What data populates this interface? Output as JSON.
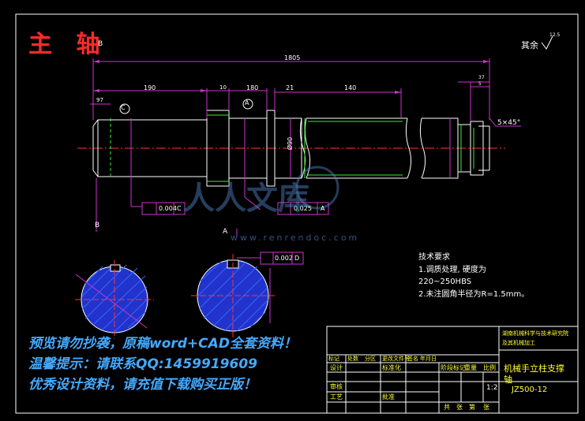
{
  "drawing": {
    "title": "主 轴",
    "rough_note": "其余",
    "rough_value": "12.5",
    "section_label_b": "B",
    "section_label_a": "A"
  },
  "dimensions": {
    "overall": "1805",
    "seg_190": "190",
    "seg_10": "10",
    "seg_180": "180",
    "seg_21": "21",
    "seg_140": "140",
    "seg_97": "97",
    "seg_5": "5",
    "seg_37": "37",
    "chamfer": "5×45°",
    "dia_90": "Ø90"
  },
  "tolerances": [
    {
      "value": "0.004",
      "datum": "C"
    },
    {
      "value": "0.025",
      "datum": "A"
    },
    {
      "value": "0.002",
      "datum": "D"
    }
  ],
  "datums": [
    "C",
    "A"
  ],
  "tech_requirements": {
    "heading": "技术要求",
    "items": [
      "1.调质处理, 硬度为",
      "220~250HBS",
      "2.未注圆角半径为R=1.5mm。"
    ]
  },
  "watermark": {
    "lines": [
      "预览请勿抄袭，原稿word+CAD全套资料！",
      "温馨提示：请联系QQ:1459919609",
      "优秀设计资料，请充值下载购买正版！"
    ],
    "brand": "人人文库",
    "url": "www.renrendoc.com"
  },
  "title_block": {
    "design_title": "机械手立柱支撑",
    "design_subtitle": "轴",
    "drawing_no": "JZ500-12",
    "scale": "1:2",
    "school_line1": "湖南机械科学与技术研究院",
    "school_line2": "及其机械加工",
    "labels": [
      "标记",
      "处数",
      "分区",
      "更改文件号",
      "签名",
      "年月日",
      "设计",
      "标准化",
      "审核",
      "工艺",
      "批准",
      "阶段标记",
      "重量",
      "比例",
      "共",
      "张",
      "第",
      "张"
    ]
  },
  "colors": {
    "part_outline": "#ffffff",
    "centerline": "#ff3333",
    "dimension": "#cc33cc",
    "green_lines": "#33ee33",
    "title": "#ff2a2a",
    "blue_hatch": "#3355ff",
    "title_block": "#ffffff",
    "watermark_blue": "#44aaff"
  }
}
